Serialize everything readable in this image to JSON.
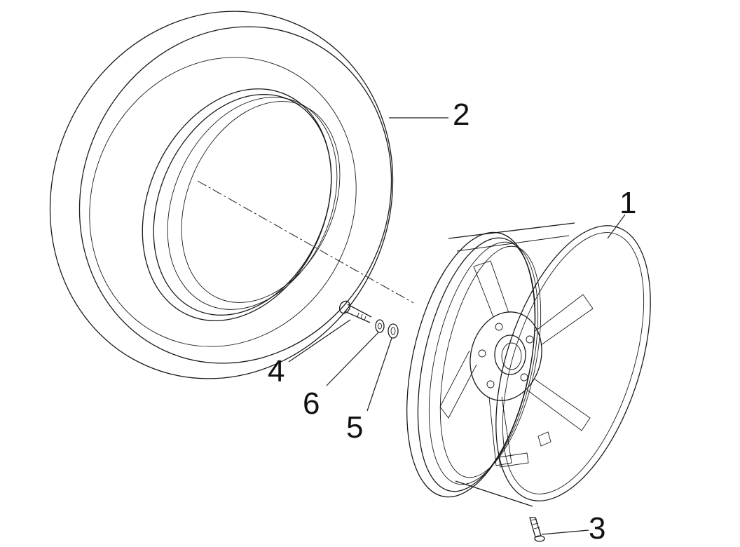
{
  "callouts": {
    "rim": "1",
    "tire": "2",
    "valve": "3",
    "bolt": "4",
    "washer_large": "5",
    "washer_small": "6"
  },
  "colors": {
    "background": "#ffffff",
    "linework": "#1a1a1a"
  }
}
